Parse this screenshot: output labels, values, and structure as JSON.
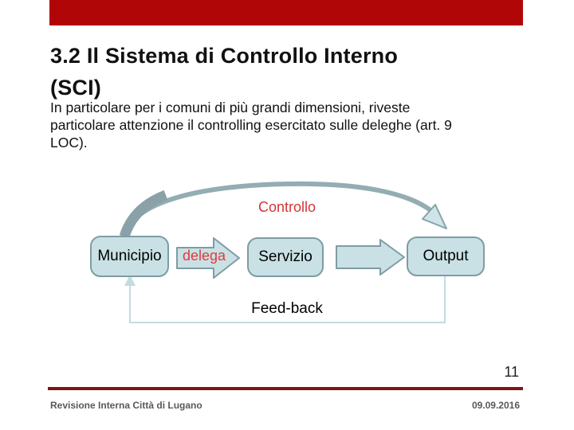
{
  "slide": {
    "title_lines": [
      "3.2 Il Sistema di Controllo Interno",
      "(SCI)"
    ],
    "body_lines": [
      "In particolare per i comuni di più grandi dimensioni, riveste",
      "particolare attenzione il controlling esercitato sulle deleghe (art. 9",
      "LOC)."
    ],
    "page_number": "11",
    "footer_left": "Revisione Interna Città di Lugano",
    "footer_right": "09.09.2016"
  },
  "diagram": {
    "top_label": "Controllo",
    "bottom_label": "Feed-back",
    "nodes": [
      {
        "id": "municipio",
        "label": "Municipio"
      },
      {
        "id": "servizio",
        "label": "Servizio"
      },
      {
        "id": "output",
        "label": "Output"
      }
    ],
    "edges": [
      {
        "from": "municipio",
        "to": "servizio",
        "label": "delega",
        "shape": "block-arrow"
      },
      {
        "from": "servizio",
        "to": "output",
        "label": "",
        "shape": "block-arrow"
      },
      {
        "from": "municipio",
        "to": "output",
        "label": "Controllo",
        "shape": "curved-arrow"
      },
      {
        "from": "output",
        "to": "municipio",
        "label": "Feed-back",
        "shape": "elbow-line-arrow"
      }
    ],
    "icons": {
      "curved_arrow": "controllo-curved-arrow",
      "block_arrow": "right-block-arrow",
      "feedback_arrow": "feedback-elbow-arrow"
    }
  },
  "colors": {
    "top_bar": "#b10607",
    "footer_rule": "#7d1416",
    "accent_red_text": "#d23537",
    "box_fill": "#c9e1e5",
    "box_border": "#7e9ca3",
    "curved_arrow_stroke": "#93adb2",
    "feedback_line": "#c2dce0"
  }
}
